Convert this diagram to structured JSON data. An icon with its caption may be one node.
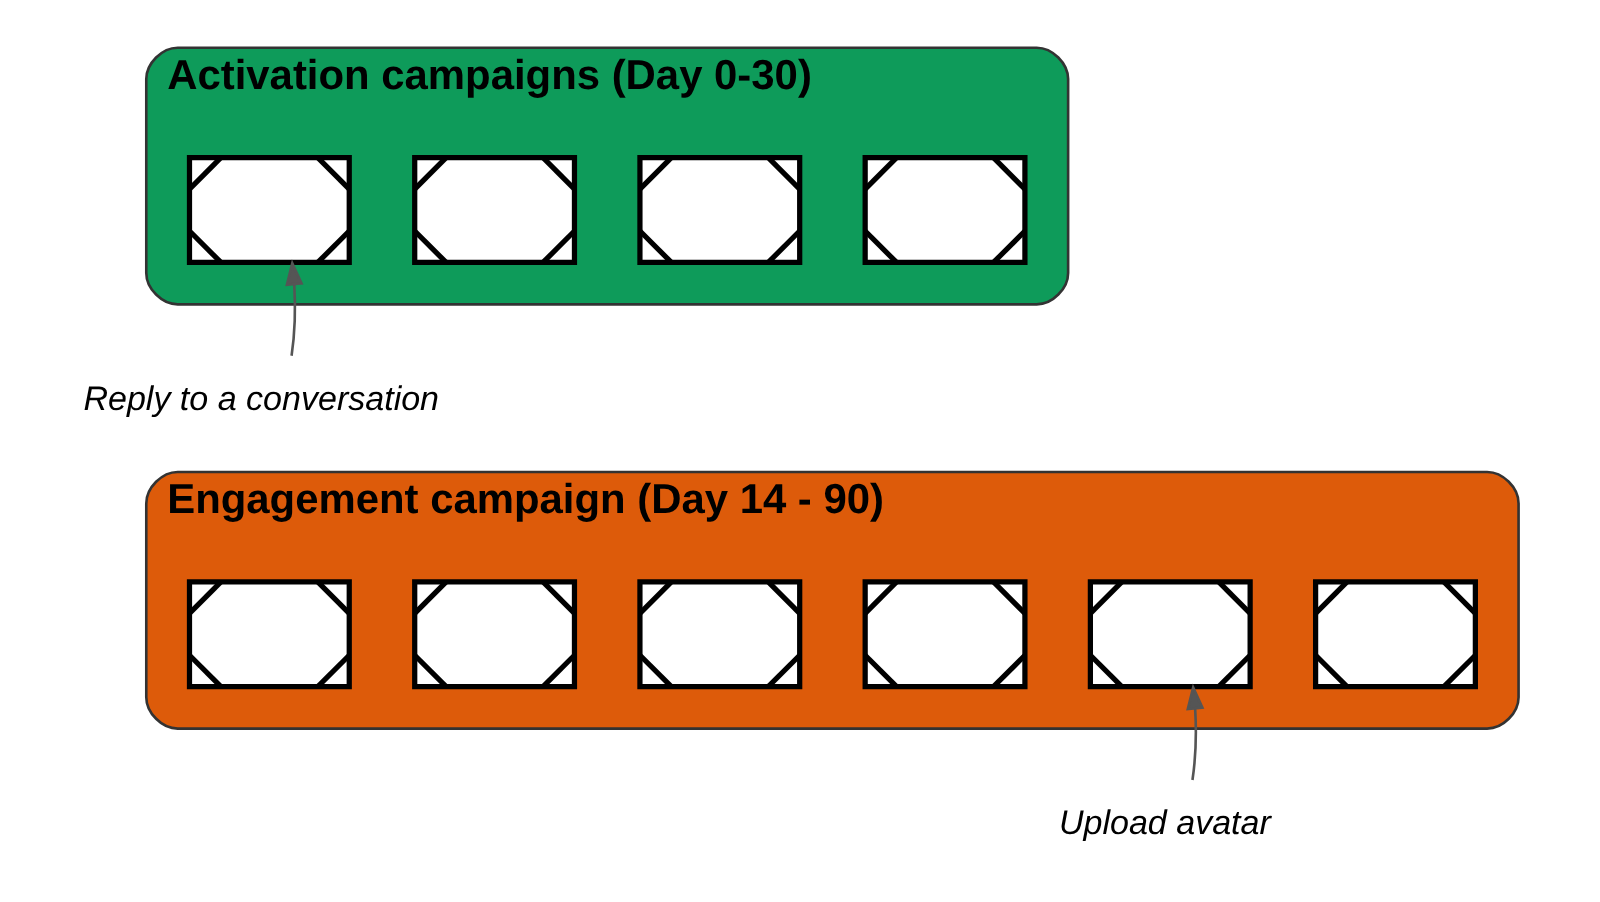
{
  "diagram": {
    "nodes": [
      {
        "text": [
          "Activation campaigns (Day 0-30)"
        ]
      },
      {
        "text": [],
        "shape": "envelope",
        "in": 0
      },
      {
        "text": [],
        "shape": "envelope",
        "in": 0
      },
      {
        "text": [],
        "shape": "envelope",
        "in": 0
      },
      {
        "text": [],
        "shape": "envelope",
        "in": 0
      },
      {
        "text": [
          "Reply to a conversation"
        ]
      },
      {
        "text": [
          "Engagement campaign (Day 14 - 90)"
        ]
      },
      {
        "text": [],
        "shape": "envelope",
        "in": 6
      },
      {
        "text": [],
        "shape": "envelope",
        "in": 6
      },
      {
        "text": [],
        "shape": "envelope",
        "in": 6
      },
      {
        "text": [],
        "shape": "envelope",
        "in": 6
      },
      {
        "text": [],
        "shape": "envelope",
        "in": 6
      },
      {
        "text": [],
        "shape": "envelope",
        "in": 6
      },
      {
        "text": [
          "Upload avatar"
        ]
      }
    ],
    "edges": [
      {
        "from": 5,
        "to": 1,
        "arrow": "to"
      },
      {
        "from": 13,
        "to": 11,
        "arrow": "to"
      }
    ]
  }
}
